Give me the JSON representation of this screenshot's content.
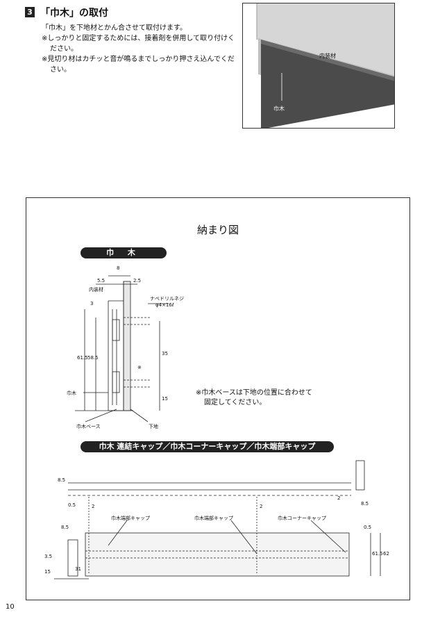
{
  "step": {
    "number": "3",
    "title": "「巾木」の取付",
    "lines": [
      "「巾木」を下地材とかん合させて取付けます。",
      "※しっかりと固定するためには、接着剤を併用して取り付けください。",
      "※見切り材はカチッと音が鳴るまでしっかり押さえ込んでください。"
    ]
  },
  "photo": {
    "label_wall": "内装材",
    "label_baseboard": "巾木"
  },
  "section": {
    "title": "納まり図",
    "pill_baseboard": "巾 木",
    "pill_caps": "巾木 連結キャップ／巾木コーナーキャップ／巾木端部キャップ",
    "note_line1": "※巾木ベースは下地の位置に合わせて",
    "note_line2": "固定してください。"
  },
  "section_labels": {
    "interior": "内装材",
    "screw": "ナベドリルネジ",
    "screw_size": "φ4×16ℓ",
    "baseboard": "巾木",
    "base": "巾木ベース",
    "substrate": "下地",
    "asterisk": "※"
  },
  "section_dims": {
    "d8": "8",
    "d55": "5.5",
    "d25": "2.5",
    "d3": "3",
    "d615": "61.5",
    "d585": "58.5",
    "d35": "35",
    "d15": "15"
  },
  "caps_labels": {
    "end_cap": "巾木端部キャップ",
    "end_cap2": "巾木端部キャップ",
    "corner_cap": "巾木コーナーキャップ"
  },
  "caps_dims": {
    "d85a": "8.5",
    "d05a": "0.5",
    "d2a": "2",
    "d2b": "2",
    "d2c": "2",
    "d85b": "8.5",
    "d85c": "8.5",
    "d05b": "0.5",
    "d35b": "3.5",
    "d15b": "15",
    "d31": "31",
    "d615b": "61.5",
    "d62": "62"
  },
  "page_number": "10"
}
